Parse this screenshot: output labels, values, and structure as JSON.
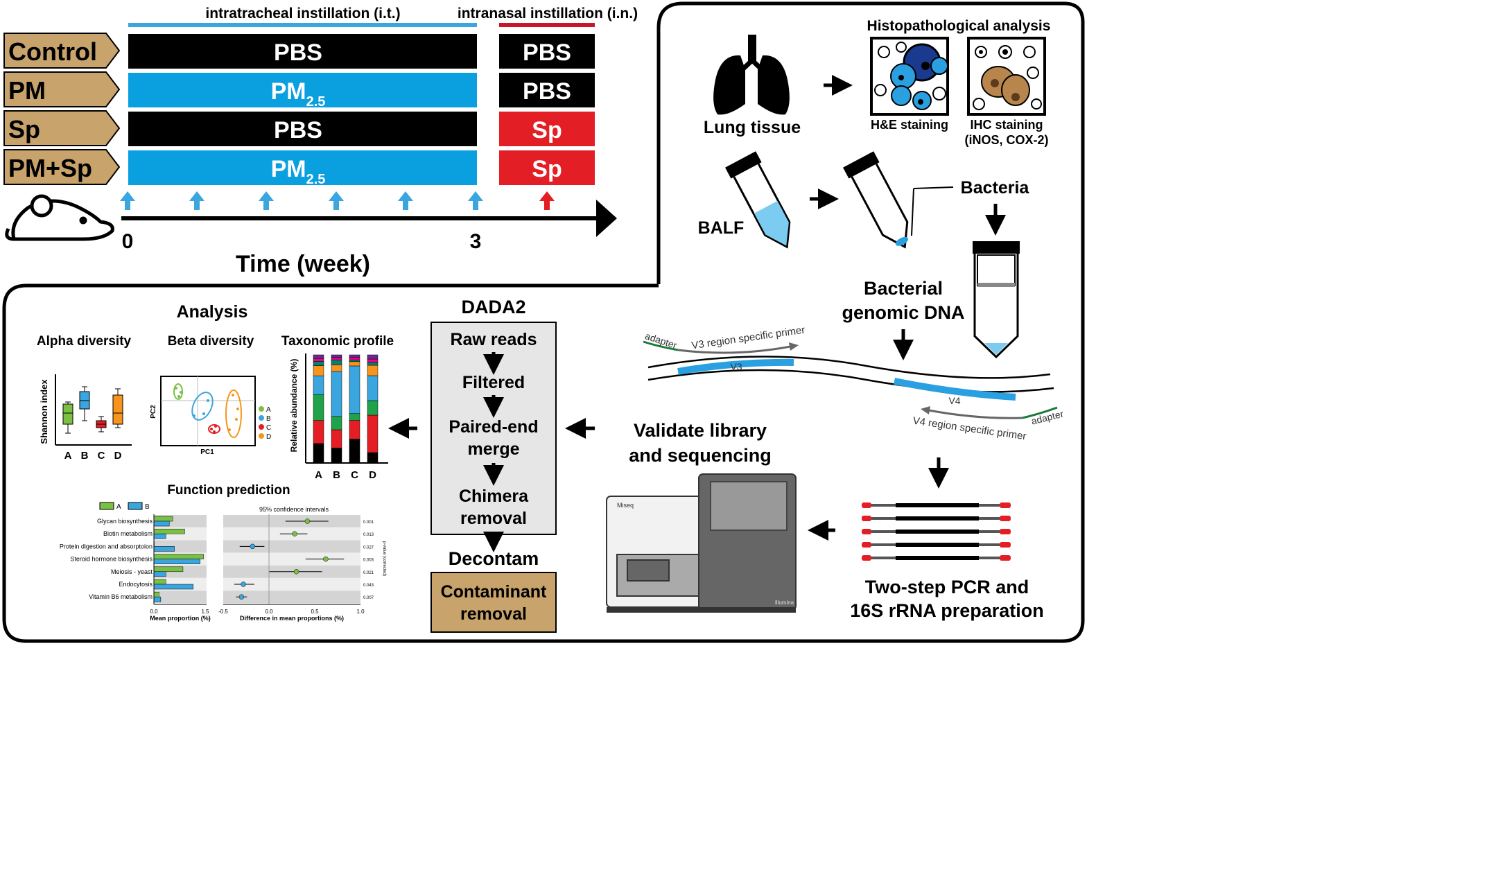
{
  "design": {
    "groups": [
      {
        "label": "Control",
        "it": "PBS",
        "it_sub": "",
        "it_color": "#000000",
        "in": "PBS",
        "in_color": "#000000"
      },
      {
        "label": "PM",
        "it": "PM",
        "it_sub": "2.5",
        "it_color": "#0aa0e0",
        "in": "PBS",
        "in_color": "#000000"
      },
      {
        "label": "Sp",
        "it": "PBS",
        "it_sub": "",
        "it_color": "#000000",
        "in": "Sp",
        "in_color": "#e31e24"
      },
      {
        "label": "PM+Sp",
        "it": "PM",
        "it_sub": "2.5",
        "it_color": "#0aa0e0",
        "in": "Sp",
        "in_color": "#e31e24"
      }
    ],
    "it_header": "intratracheal instillation (i.t.)",
    "in_header": "intranasal instillation (i.n.)",
    "tick_start": "0",
    "tick_end": "3",
    "time_label": "Time (week)",
    "colors": {
      "tan": "#c8a36b",
      "blue": "#0aa0e0",
      "red": "#e31e24",
      "black": "#000000",
      "arrow_blue": "#3aa5de"
    }
  },
  "sampling": {
    "histo_title": "Histopathological analysis",
    "lung_label": "Lung tissue",
    "he_label": "H&E staining",
    "ihc_label": "IHC staining",
    "ihc_sub": "(iNOS, COX-2)",
    "balf_label": "BALF",
    "bacteria_label": "Bacteria",
    "dna_label_1": "Bacterial",
    "dna_label_2": "genomic DNA"
  },
  "pcr": {
    "adapter_top": "adapter",
    "v3_primer": "V3 region specific primer",
    "v3": "V3",
    "v4": "V4",
    "adapter_bottom": "adapter",
    "v4_primer": "V4 region specific primer",
    "pcr_label_1": "Two-step PCR and",
    "pcr_label_2": "16S rRNA preparation",
    "seq_label_1": "Validate library",
    "seq_label_2": "and sequencing",
    "miseq": "Miseq",
    "illumina": "illumina"
  },
  "dada2": {
    "title": "DADA2",
    "steps": [
      "Raw reads",
      "Filtered",
      "Paired-end",
      "merge",
      "Chimera",
      "removal"
    ],
    "decontam": "Decontam",
    "contaminant_1": "Contaminant",
    "contaminant_2": "removal"
  },
  "analysis": {
    "title": "Analysis",
    "alpha": "Alpha diversity",
    "beta": "Beta diversity",
    "taxo": "Taxonomic profile",
    "shannon": "Shannon index",
    "pc1": "PC1",
    "pc2": "PC2",
    "rel_abund": "Relative abundance (%)",
    "groups": [
      "A",
      "B",
      "C",
      "D"
    ],
    "group_colors": [
      "#7ac143",
      "#3aa5de",
      "#e31e24",
      "#f7941d"
    ],
    "function_title": "Function prediction",
    "legend_a": "A",
    "legend_b": "B",
    "ci_title": "95% confidence intervals",
    "pathways": [
      "Glycan biosynthesis",
      "Biotin metabolism",
      "Protein digestion and absorptoion",
      "Steroid hormone biosynthesis",
      "Meiosis - yeast",
      "Endocytosis",
      "Vitamin B6 metabolism"
    ],
    "pvalues": [
      "0.001",
      "0.013",
      "0.027",
      "0.003",
      "0.021",
      "0.043",
      "0.007"
    ],
    "pvalue_axis": "p-value (corrected)",
    "mean_prop_label": "Mean proportion (%)",
    "diff_label": "Difference in mean proportions (%)",
    "mean_ticks": [
      "0.0",
      "1.5"
    ],
    "diff_ticks": [
      "-0.5",
      "0.0",
      "0.5",
      "1.0"
    ],
    "mean_a": [
      0.55,
      0.9,
      0.0,
      1.45,
      0.85,
      0.35,
      0.15
    ],
    "mean_b": [
      0.45,
      0.35,
      0.6,
      1.35,
      0.35,
      1.15,
      0.2
    ],
    "diff_vals": [
      0.42,
      0.28,
      -0.18,
      0.62,
      0.3,
      -0.28,
      -0.3
    ],
    "diff_lo": [
      0.18,
      0.12,
      -0.32,
      0.4,
      0.0,
      -0.38,
      -0.36
    ],
    "diff_hi": [
      0.65,
      0.42,
      -0.05,
      0.82,
      0.58,
      -0.16,
      -0.24
    ],
    "stacked_colors": [
      "#000000",
      "#e31e24",
      "#1fa24a",
      "#3aa5de",
      "#f7941d",
      "#0a7f6e",
      "#ec008c",
      "#662d91"
    ]
  }
}
